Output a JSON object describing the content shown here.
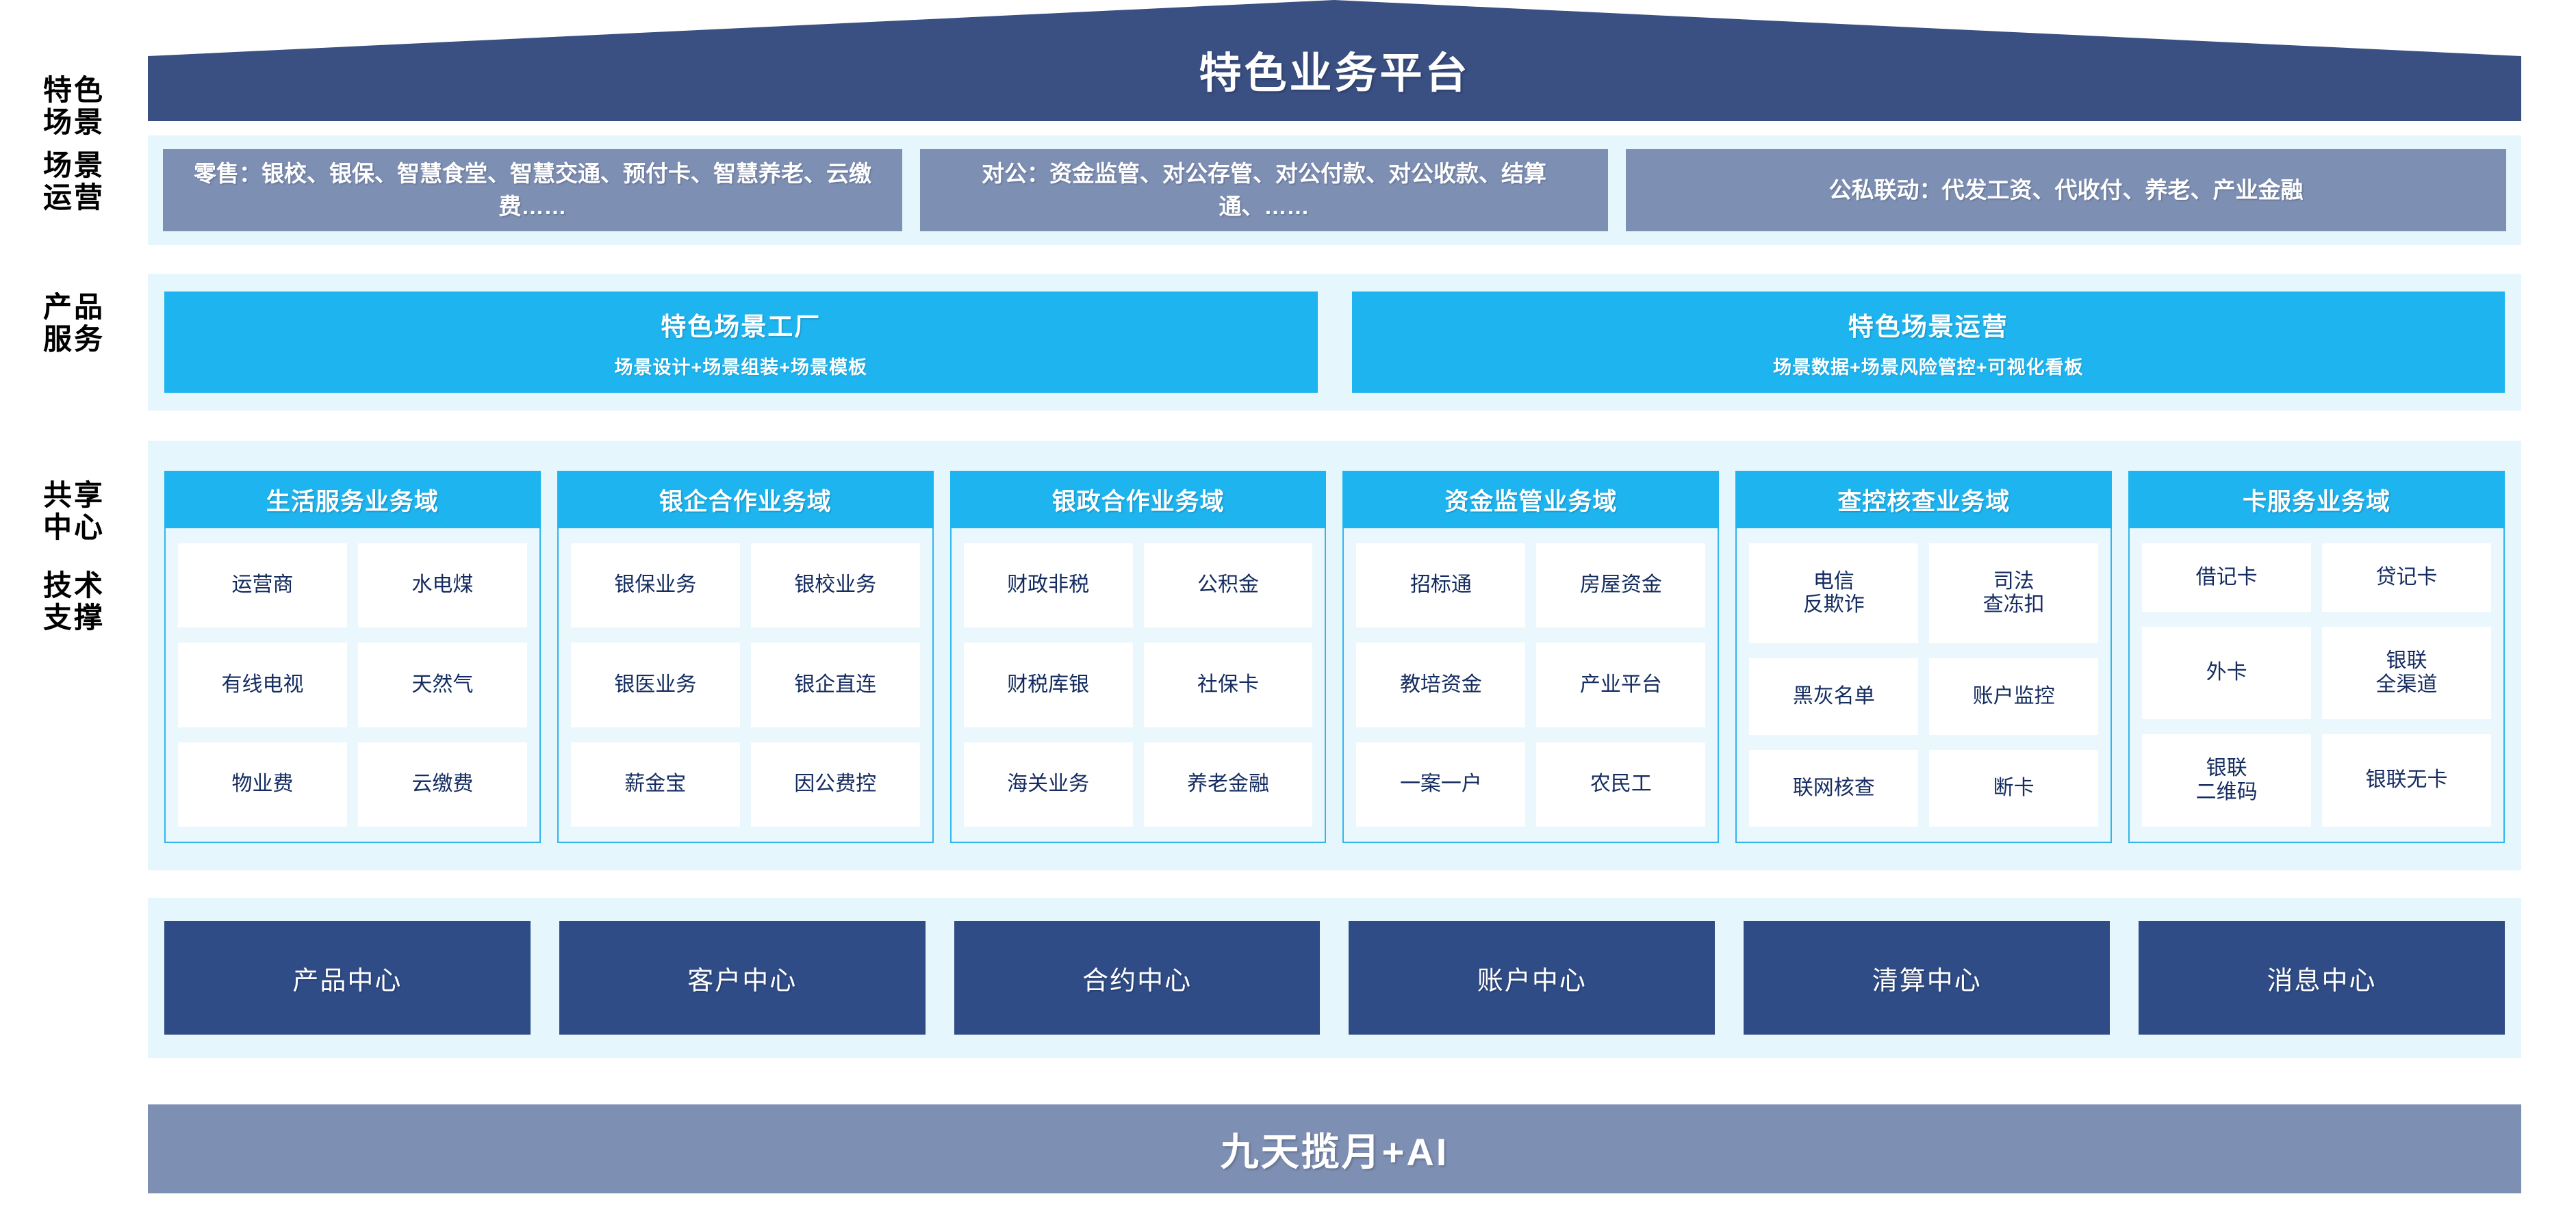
{
  "header": {
    "title": "特色业务平台",
    "roof_color": "#3a4f82"
  },
  "rail": {
    "labels": [
      {
        "name": "scenario",
        "text": "特色\n场景"
      },
      {
        "name": "operations",
        "text": "场景\n运营"
      },
      {
        "name": "products",
        "text": "产品\n服务"
      },
      {
        "name": "shared",
        "text": "共享\n中心"
      },
      {
        "name": "tech",
        "text": "技术\n支撑"
      }
    ]
  },
  "scenario_row": {
    "boxes": [
      {
        "label": "零售：银校、银保、智慧食堂、智慧交通、预付卡、智慧养老、云缴费……"
      },
      {
        "label": "对公：资金监管、对公存管、对公付款、对公收款、结算通、……"
      },
      {
        "label": "公私联动：代发工资、代收付、养老、产业金融"
      }
    ],
    "box_color": "#7e8fb4"
  },
  "operations_row": {
    "boxes": [
      {
        "title": "特色场景工厂",
        "subtitle": "场景设计+场景组装+场景模板"
      },
      {
        "title": "特色场景运营",
        "subtitle": "场景数据+场景风险管控+可视化看板"
      }
    ],
    "box_color": "#1eb4ef"
  },
  "product_row": {
    "accent_color": "#1eb4ef",
    "columns": [
      {
        "title": "生活服务业务域",
        "items": [
          "运营商",
          "水电煤",
          "有线电视",
          "天然气",
          "物业费",
          "云缴费"
        ]
      },
      {
        "title": "银企合作业务域",
        "items": [
          "银保业务",
          "银校业务",
          "银医业务",
          "银企直连",
          "薪金宝",
          "因公费控"
        ]
      },
      {
        "title": "银政合作业务域",
        "items": [
          "财政非税",
          "公积金",
          "财税库银",
          "社保卡",
          "海关业务",
          "养老金融"
        ]
      },
      {
        "title": "资金监管业务域",
        "items": [
          "招标通",
          "房屋资金",
          "教培资金",
          "产业平台",
          "一案一户",
          "农民工"
        ]
      },
      {
        "title": "查控核查业务域",
        "items": [
          "电信\n反欺诈",
          "司法\n查冻扣",
          "黑灰名单",
          "账户监控",
          "联网核查",
          "断卡"
        ]
      },
      {
        "title": "卡服务业务域",
        "items": [
          "借记卡",
          "贷记卡",
          "外卡",
          "银联\n全渠道",
          "银联\n二维码",
          "银联无卡"
        ]
      }
    ]
  },
  "shared_row": {
    "boxes": [
      "产品中心",
      "客户中心",
      "合约中心",
      "账户中心",
      "清算中心",
      "消息中心"
    ],
    "box_color": "#2f4c86"
  },
  "tech_row": {
    "label": "九天揽月+AI",
    "bar_color": "#7e8fb4"
  }
}
